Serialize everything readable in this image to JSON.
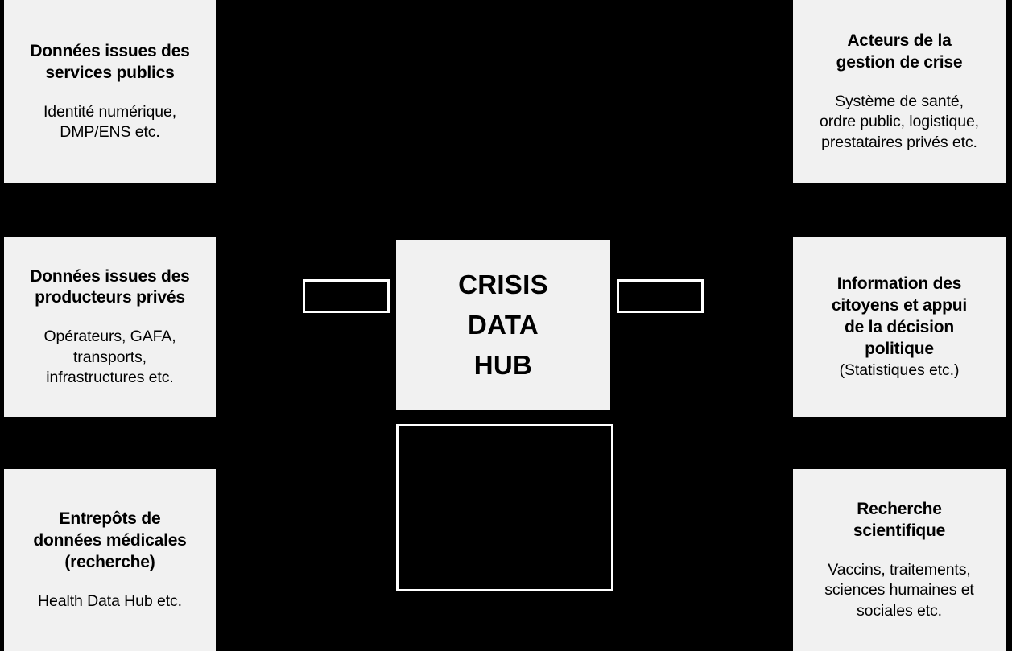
{
  "diagram": {
    "background_color": "#000000",
    "panel_color": "#F1F1F1",
    "outline_color": "#FFFFFF",
    "text_color": "#000000"
  },
  "hub": {
    "line1": "CRISIS",
    "line2": "DATA",
    "line3": "HUB"
  },
  "left_column": [
    {
      "id": "public-services",
      "title": "Données issues des\nservices publics",
      "subtitle": "Identité numérique,\nDMP/ENS etc."
    },
    {
      "id": "private-producers",
      "title": "Données issues des\nproducteurs privés",
      "subtitle": "Opérateurs, GAFA,\ntransports,\ninfrastructures etc."
    },
    {
      "id": "medical-warehouses",
      "title": "Entrepôts de\ndonnées médicales\n(recherche)",
      "subtitle": "Health Data Hub etc."
    }
  ],
  "right_column": [
    {
      "id": "crisis-actors",
      "title": "Acteurs de la\ngestion de crise",
      "subtitle": "Système de santé,\nordre public, logistique,\nprestataires privés etc."
    },
    {
      "id": "citizen-info",
      "title": "Information des\ncitoyens et appui\nde la décision\npolitique",
      "subtitle": "(Statistiques etc.)"
    },
    {
      "id": "scientific-research",
      "title": "Recherche\nscientifique",
      "subtitle": "Vaccins, traitements,\nsciences humaines et\nsociales etc."
    }
  ],
  "connectors": [
    {
      "id": "left-connector",
      "label": ""
    },
    {
      "id": "right-connector",
      "label": ""
    },
    {
      "id": "bottom-connector",
      "label": ""
    }
  ]
}
